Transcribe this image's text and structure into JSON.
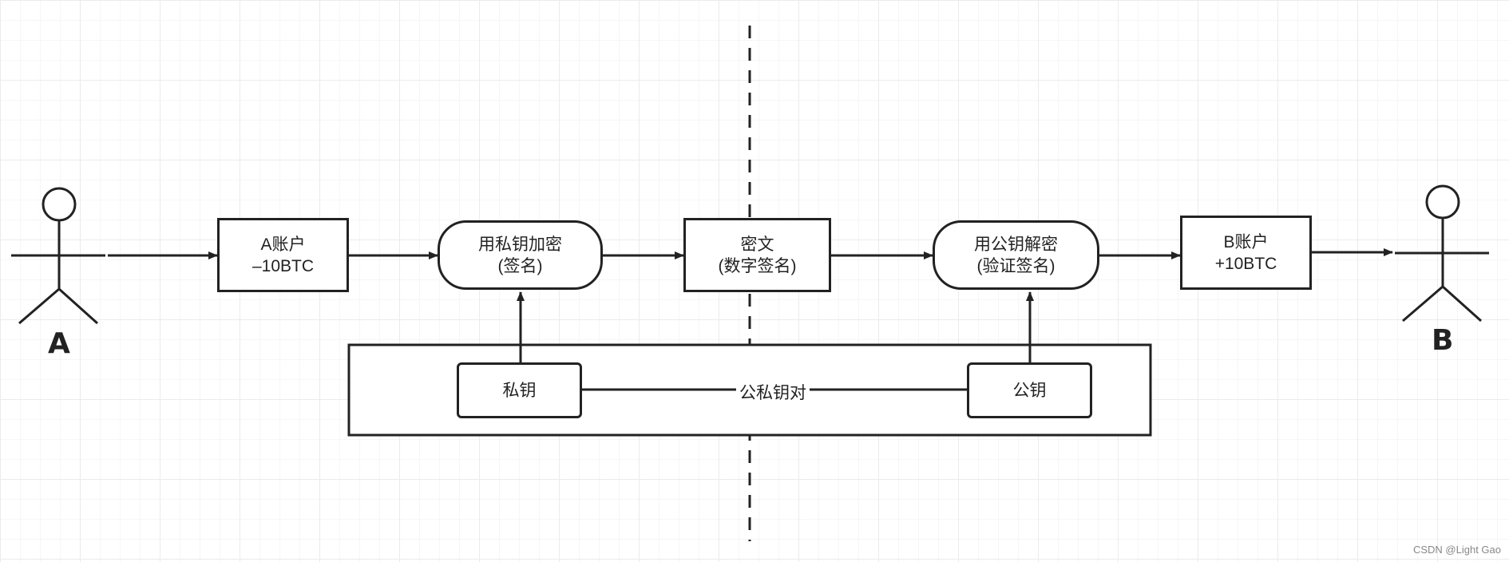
{
  "actors": {
    "sender": {
      "label": "A"
    },
    "receiver": {
      "label": "B"
    }
  },
  "nodes": {
    "account_a": {
      "line1": "A账户",
      "line2": "–10BTC"
    },
    "encrypt": {
      "line1": "用私钥加密",
      "line2": "(签名)"
    },
    "ciphertext": {
      "line1": "密文",
      "line2": "(数字签名)"
    },
    "decrypt": {
      "line1": "用公钥解密",
      "line2": "(验证签名)"
    },
    "account_b": {
      "line1": "B账户",
      "line2": "+10BTC"
    }
  },
  "keypair": {
    "private_key": "私钥",
    "public_key": "公钥",
    "pair_label": "公私钥对"
  },
  "watermark": "CSDN @Light Gao",
  "colors": {
    "stroke": "#222222",
    "grid": "#ebebeb",
    "background": "#ffffff"
  }
}
